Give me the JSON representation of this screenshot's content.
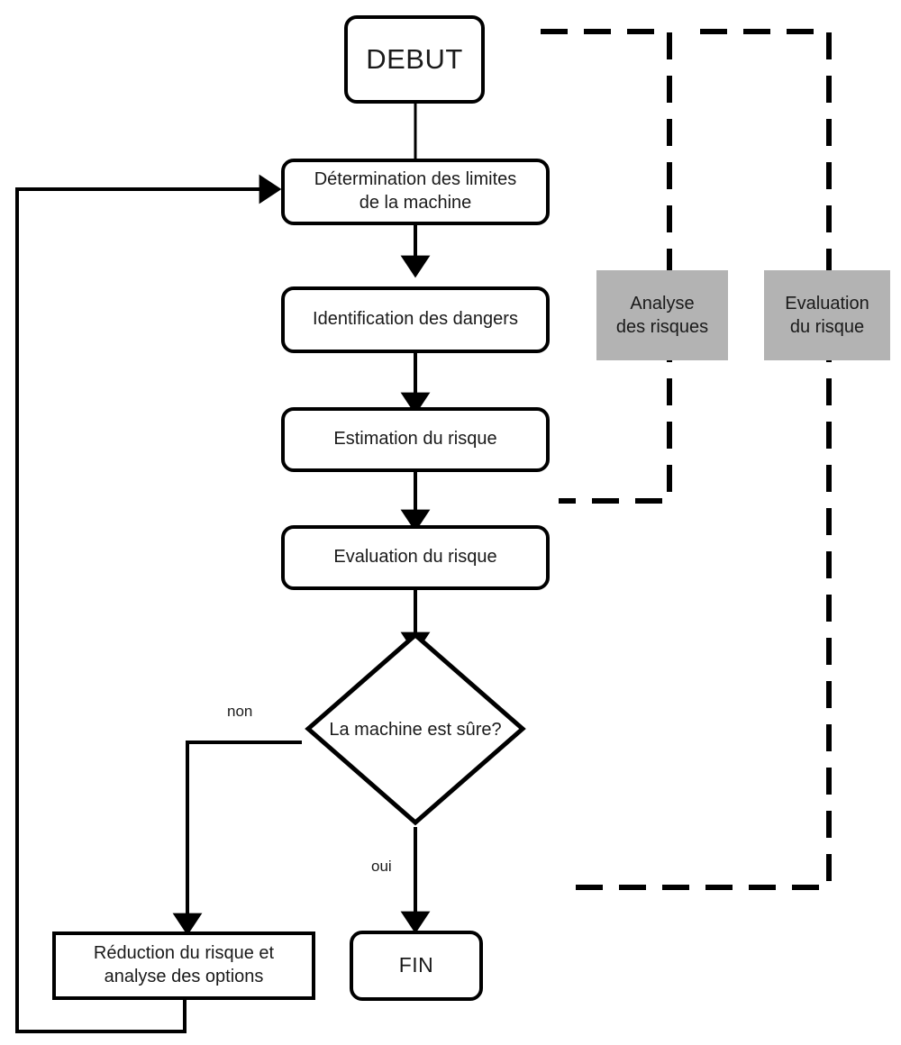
{
  "diagram": {
    "title": "Processus iteratif d appreciation du risque machine",
    "language": "fr",
    "colors": {
      "stroke": "#000000",
      "fill": "#ffffff",
      "group_fill": "#b3b3b3",
      "text": "#1a1a1a"
    }
  },
  "nodes": {
    "start": {
      "label": "DEBUT",
      "shape": "rounded-rectangle"
    },
    "limites": {
      "label": "Détermination des limites\nde la machine",
      "shape": "rounded-rectangle"
    },
    "dangers": {
      "label": "Identification des dangers",
      "shape": "rounded-rectangle"
    },
    "estimation": {
      "label": "Estimation du risque",
      "shape": "rounded-rectangle"
    },
    "evaluation": {
      "label": "Evaluation du risque",
      "shape": "rounded-rectangle"
    },
    "decision": {
      "label": "La machine est sûre?",
      "shape": "diamond"
    },
    "reduction": {
      "label": "Réduction du risque et\nanalyse des options",
      "shape": "rectangle"
    },
    "end": {
      "label": "FIN",
      "shape": "rounded-rectangle"
    }
  },
  "groups": [
    {
      "label": "Analyse\ndes risques",
      "shape": "rectangle",
      "fill": "#b3b3b3"
    },
    {
      "label": "Evaluation\ndu risque",
      "shape": "rectangle",
      "fill": "#b3b3b3"
    }
  ],
  "edge_labels": {
    "no": "non",
    "yes": "oui"
  }
}
